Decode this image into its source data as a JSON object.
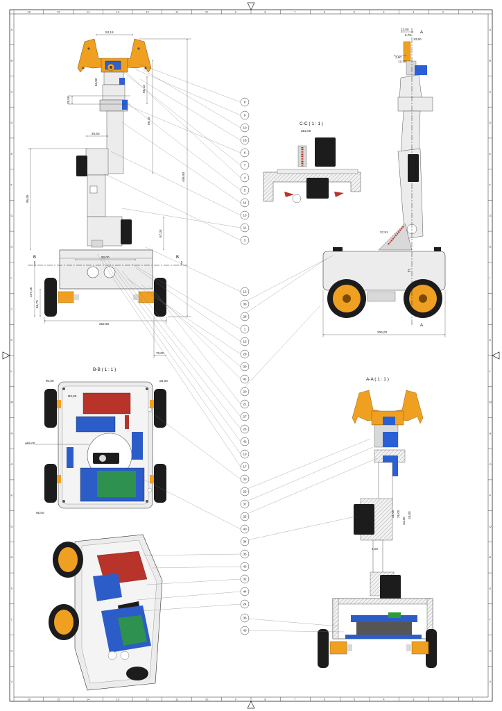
{
  "colors": {
    "orange": "#f0a020",
    "orange_dark": "#b86e00",
    "blue": "#2a5fd6",
    "black": "#1c1c1c",
    "grey": "#d9d9d9",
    "light_grey": "#ececec",
    "red": "#b8332a",
    "green": "#2f9a3a",
    "pcb_blue": "#2c5cc8"
  },
  "zones": {
    "columns": [
      "16",
      "15",
      "14",
      "13",
      "12",
      "11",
      "10",
      "9",
      "8",
      "7",
      "6",
      "5",
      "4",
      "3",
      "2",
      "1"
    ],
    "rows": [
      "A",
      "B",
      "C",
      "D",
      "E",
      "F",
      "G",
      "H",
      "I",
      "J",
      "K",
      "L",
      "M",
      "N",
      "O",
      "P",
      "Q",
      "R",
      "S",
      "T",
      "U",
      "V"
    ]
  },
  "section_titles": {
    "cc": "C-C ( 1 : 1 )",
    "bb": "B-B ( 1 : 1 )",
    "aa": "A-A ( 1 : 1 )"
  },
  "section_markers": {
    "a": "A",
    "b": "B",
    "c": "C"
  },
  "dimensions": {
    "front_gripper_width": "53,18",
    "front_total_height": "446,93",
    "front_upper_height": "56,13",
    "front_arm_height": "59,15",
    "front_shoulder_height": "189,33",
    "front_base_height": "95,35",
    "front_elbow_height": "67,03",
    "front_wrist": "63,80",
    "front_servo_w": "26,50",
    "front_link": "28,50",
    "front_side_left": "107,16",
    "front_wheel_h": "56,79",
    "front_chassis_w": "90,00",
    "front_overall_width": "252,95",
    "front_wheel_offset": "70,00",
    "side_top_a": "13,00",
    "side_top_b": "6,75",
    "side_top_c": "13,50",
    "side_top_d": "2,50",
    "side_top_e": "12,48",
    "side_link": "37,51",
    "side_base_width": "206,00",
    "cc_diameter": "ø52,00",
    "bb_top_left": "90,00",
    "bb_corner": "ø6,00",
    "bb_hole": "ø89,00",
    "bb_corner2": "R5,00",
    "bb_bottom_left": "95,00",
    "aa_a": "31,00",
    "aa_b": "26,00",
    "aa_c": "44,30",
    "aa_d": "18,00",
    "aa_e": "2,00"
  },
  "balloons": [
    "8",
    "9",
    "10",
    "18",
    "6",
    "7",
    "4",
    "5",
    "14",
    "13",
    "11",
    "3",
    "12",
    "38",
    "28",
    "1",
    "15",
    "29",
    "30",
    "41",
    "20",
    "21",
    "27",
    "26",
    "42",
    "19",
    "17",
    "33",
    "23",
    "37",
    "25",
    "40",
    "34",
    "35",
    "43",
    "32",
    "44",
    "24",
    "36",
    "43"
  ]
}
